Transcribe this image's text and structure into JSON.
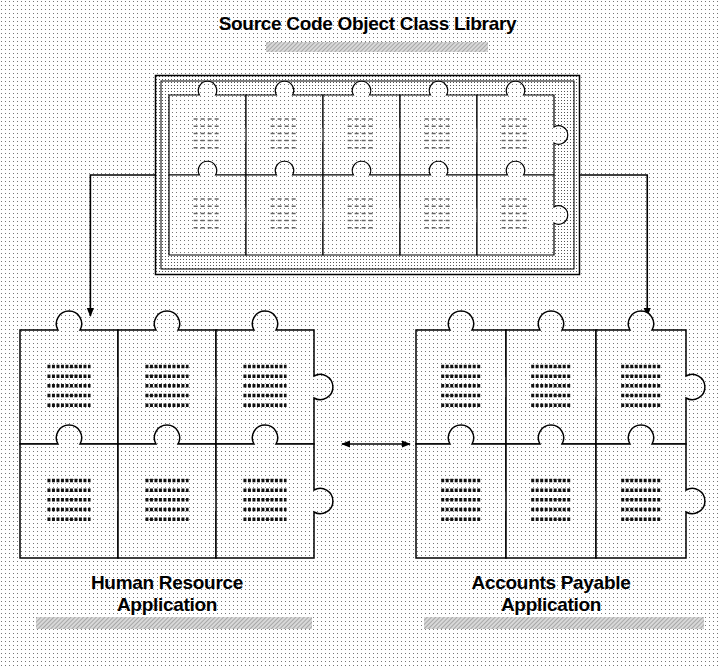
{
  "diagram": {
    "nodes": [
      {
        "text": [
          "Source Code Object Class Library"
        ]
      },
      {
        "text": [
          "Human Resource Application"
        ]
      },
      {
        "text": [
          "Accounts Payable Application"
        ]
      }
    ],
    "edges": [
      {
        "from": 0,
        "to": 1,
        "arrow": "to"
      },
      {
        "from": 0,
        "to": 2,
        "arrow": "to"
      },
      {
        "from": 1,
        "to": 2,
        "arrow": "both"
      }
    ]
  }
}
